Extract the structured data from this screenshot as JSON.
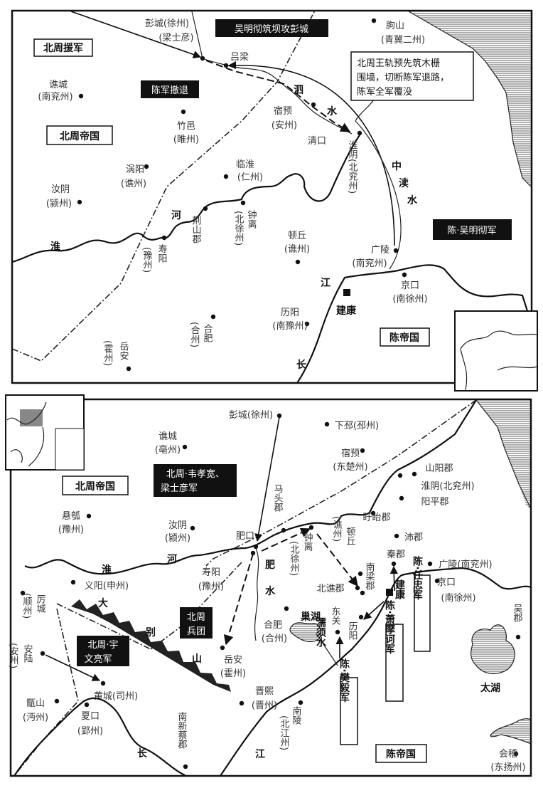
{
  "top_map": {
    "places": {
      "pengcheng": "彭城(徐州)",
      "liangshiyan": "(梁士彦)",
      "lvliang": "吕梁",
      "qiaocheng": "谯城",
      "qiaocheng_zhou": "(南兖州)",
      "zhuyi": "竹邑",
      "zhuyi_zhou": "(睢州)",
      "guoyang": "涡阳",
      "guoyang_zhou": "(谯州)",
      "ruyin": "汝阴",
      "ruyin_zhou": "(颍州)",
      "linhuai": "临淮",
      "linhuai_zhou": "(仁州)",
      "suyu": "宿预",
      "suyu_zhou": "(安州)",
      "qingkou": "清口",
      "huaiyin": "淮阴(北兖州)",
      "qushan": "朐山",
      "qushan_zhou": "(青冀二州)",
      "guangling": "广陵",
      "guangling_zhou": "(南兖州)",
      "jingkou": "京口",
      "jingkou_zhou": "(南徐州)",
      "jiankang": "建康",
      "liyang": "历阳",
      "liyang_zhou": "(南豫州)",
      "dunqiu": "顿丘",
      "dunqiu_zhou": "(谯州)",
      "jingshan": "荆山郡",
      "zhongli": "钟离",
      "zhongli_zhou": "(北徐州)",
      "shouyang": "寿阳",
      "shouyang_zhou": "(豫州)",
      "hefei": "合肥",
      "hefei_zhou": "(合州)",
      "yuean": "岳安",
      "yuean_zhou": "(霍州)"
    },
    "rivers": {
      "si": "泗",
      "si_shui": "水",
      "huai": "淮",
      "huai_he": "河",
      "jiang": "江",
      "chang": "长",
      "zhong": "中",
      "du": "渎",
      "du_shui": "水"
    },
    "regions": {
      "north_zhou": "北周帝国",
      "chen": "陈帝国"
    },
    "callouts": {
      "zhou_reinforce": "北周援军",
      "wu_dam": "吴明彻筑坝攻彭城",
      "chen_retreat": "陈军撤退",
      "chen_army": "陈·吴明彻军",
      "note_line1": "北周王轨预先筑木栅",
      "note_line2": "围墙，切断陈军退路，",
      "note_line3": "陈军全军覆没"
    }
  },
  "bottom_map": {
    "places": {
      "pengcheng": "彭城(徐州)",
      "xiapi": "下邳(邳州)",
      "qiaocheng": "谯城",
      "qiaocheng_zhou": "(亳州)",
      "suyu": "宿预",
      "suyu_zhou": "(东楚州)",
      "xuanhu": "悬瓠",
      "xuanhu_zhou": "(豫州)",
      "ruyin": "汝阴",
      "ruyin_zhou": "(颍州)",
      "matou": "马头郡",
      "shanyang": "山阳郡",
      "huaiyin": "淮阴(北兖州)",
      "yangping": "阳平郡",
      "xuyi": "盱眙郡",
      "peijun": "沛郡",
      "qinjun": "秦郡",
      "guangling": "广陵(南兖州)",
      "jingkou": "京口",
      "jingkou_zhou": "(南徐州)",
      "zhongli": "钟离",
      "zhongli_zhou": "(北徐州)",
      "qiaozhou": "(谯州)",
      "dunqiu": "顿丘",
      "nanliang": "南梁郡",
      "beiqiao": "北谯郡",
      "feikou": "肥口",
      "shouyang": "寿阳",
      "shouyang_zhou": "(豫州)",
      "yiyang": "义阳(申州)",
      "licheng": "厉城",
      "licheng_zhou": "(顺州)",
      "anlu": "安陆",
      "anlu_zhou": "(安州)",
      "yuean": "岳安",
      "yuean_zhou": "(霍州)",
      "huangcheng": "黄城(司州)",
      "zengshan": "甑山",
      "zengshan_zhou": "(沔州)",
      "xiakou": "夏口",
      "xiakou_zhou": "(郢州)",
      "nanxincai": "南新蔡郡",
      "jinxi": "晋熙",
      "jinxi_zhou": "(晋州)",
      "hefei": "合肥",
      "hefei_zhou": "(合州)",
      "dongguan": "东关",
      "liyang": "历阳",
      "jiankang": "建康",
      "nanling": "南陵",
      "nanling_zhou": "(北江州)",
      "wujun": "吴郡",
      "kuaiji": "会稽",
      "kuaiji_zhou": "(东扬州)"
    },
    "rivers": {
      "fei": "肥",
      "fei_shui": "水",
      "huai": "淮",
      "huai_he": "河",
      "chang": "长",
      "jiang": "江",
      "ruxu": "濡须水"
    },
    "lakes": {
      "chaohu": "巢湖",
      "taihu": "太湖"
    },
    "mountains": {
      "da": "大",
      "bie": "别",
      "shan": "山"
    },
    "regions": {
      "north_zhou": "北周帝国",
      "chen": "陈帝国"
    },
    "callouts": {
      "wei_line1": "北周·韦孝宽、",
      "wei_line2": "梁士彦军",
      "corps_line1": "北周",
      "corps_line2": "兵团",
      "yuwen_line1": "北周·宇",
      "yuwen_line2": "文亮军",
      "ren_zhong": "陈·任忠军",
      "xiao_mohe": "陈·萧摩诃军",
      "fan_yi": "陈·樊毅军"
    }
  }
}
